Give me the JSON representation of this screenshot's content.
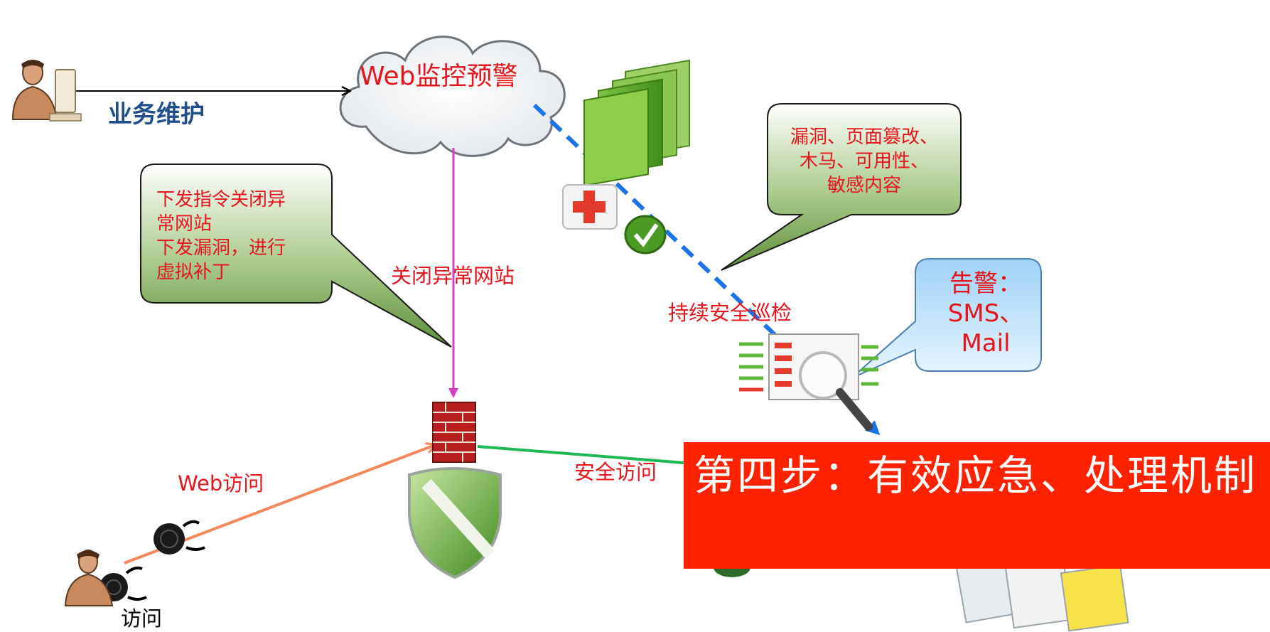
{
  "colors": {
    "label_red": "#e8141b",
    "label_navy": "#1f4e8c",
    "banner_bg": "#ff2200",
    "arrow_blue": "#1a73e8",
    "arrow_magenta": "#d63fc4",
    "arrow_orange": "#f4875a",
    "arrow_green": "#1db954"
  },
  "cloud": {
    "label": "Web监控预警"
  },
  "labels": {
    "maintenance": "业务维护",
    "close_abnormal": "关闭异常网站",
    "continuous_patrol": "持续安全巡检",
    "web_access": "Web访问",
    "safe_access": "安全访问",
    "visit": "访问"
  },
  "callouts": {
    "left": "下发指令关闭异\n常网站\n下发漏洞，进行\n虚拟补丁",
    "top_right": "漏洞、页面篡改、\n木马、可用性、\n敏感内容",
    "alert": "告警：\nSMS、\nMail"
  },
  "banner": {
    "text": "第四步：有效应急、处理机制"
  },
  "icons": [
    "maintenance-user-icon",
    "cloud-icon",
    "firewall-icon",
    "shield-icon",
    "security-scan-icon",
    "report-magnifier-icon",
    "attacker-user-icon",
    "threat-bomb-icon",
    "website-screens-icon"
  ]
}
